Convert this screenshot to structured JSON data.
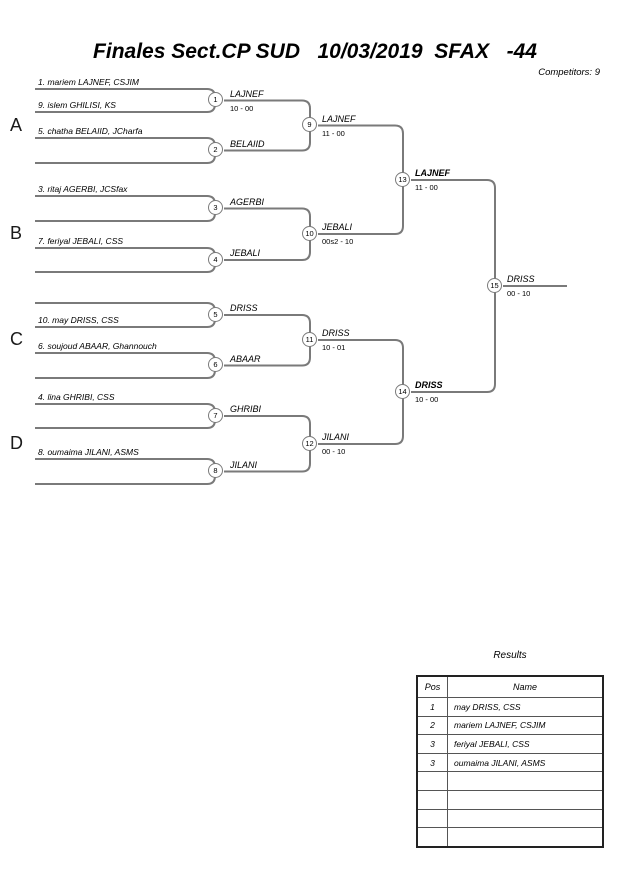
{
  "header": {
    "title": "Finales Sect.CP SUD   10/03/2019  SFAX   -44",
    "competitors": "Competitors: 9"
  },
  "bracket": {
    "sections": [
      {
        "label": "A"
      },
      {
        "label": "B"
      },
      {
        "label": "C"
      },
      {
        "label": "D"
      }
    ],
    "entries": [
      {
        "text": "1. mariem LAJNEF, CSJIM"
      },
      {
        "text": "9. islem GHILISI, KS"
      },
      {
        "text": "5. chatha BELAIID, JCharfa"
      },
      {
        "text": "3. ritaj AGERBI, JCSfax"
      },
      {
        "text": "7. feriyal JEBALI, CSS"
      },
      {
        "text": "10. may DRISS, CSS"
      },
      {
        "text": "6. soujoud ABAAR, Ghannouch"
      },
      {
        "text": "4. lina GHRIBI, CSS"
      },
      {
        "text": "8. oumaima JILANI, ASMS"
      }
    ],
    "matches": [
      {
        "num": "1",
        "winner": "LAJNEF",
        "score": "10 - 00"
      },
      {
        "num": "2",
        "winner": "BELAIID",
        "score": ""
      },
      {
        "num": "3",
        "winner": "AGERBI",
        "score": ""
      },
      {
        "num": "4",
        "winner": "JEBALI",
        "score": ""
      },
      {
        "num": "5",
        "winner": "DRISS",
        "score": ""
      },
      {
        "num": "6",
        "winner": "ABAAR",
        "score": ""
      },
      {
        "num": "7",
        "winner": "GHRIBI",
        "score": ""
      },
      {
        "num": "8",
        "winner": "JILANI",
        "score": ""
      },
      {
        "num": "9",
        "winner": "LAJNEF",
        "score": "11 - 00"
      },
      {
        "num": "10",
        "winner": "JEBALI",
        "score": "00s2 - 10"
      },
      {
        "num": "11",
        "winner": "DRISS",
        "score": "10 - 01"
      },
      {
        "num": "12",
        "winner": "JILANI",
        "score": "00 - 10"
      },
      {
        "num": "13",
        "winner": "LAJNEF",
        "score": "11 - 00"
      },
      {
        "num": "14",
        "winner": "DRISS",
        "score": "10 - 00"
      },
      {
        "num": "15",
        "winner": "DRISS",
        "score": "00 - 10"
      }
    ]
  },
  "results": {
    "caption": "Results",
    "columns": [
      "Pos",
      "Name"
    ],
    "rows": [
      {
        "pos": "1",
        "name": "may DRISS, CSS"
      },
      {
        "pos": "2",
        "name": "mariem LAJNEF, CSJIM"
      },
      {
        "pos": "3",
        "name": "feriyal JEBALI, CSS"
      },
      {
        "pos": "3",
        "name": "oumaima JILANI, ASMS"
      },
      {
        "pos": "",
        "name": ""
      },
      {
        "pos": "",
        "name": ""
      },
      {
        "pos": "",
        "name": ""
      },
      {
        "pos": "",
        "name": ""
      }
    ]
  },
  "colors": {
    "bracket_line": "#7a7a7a",
    "text": "#000000",
    "table_border": "#222222"
  }
}
